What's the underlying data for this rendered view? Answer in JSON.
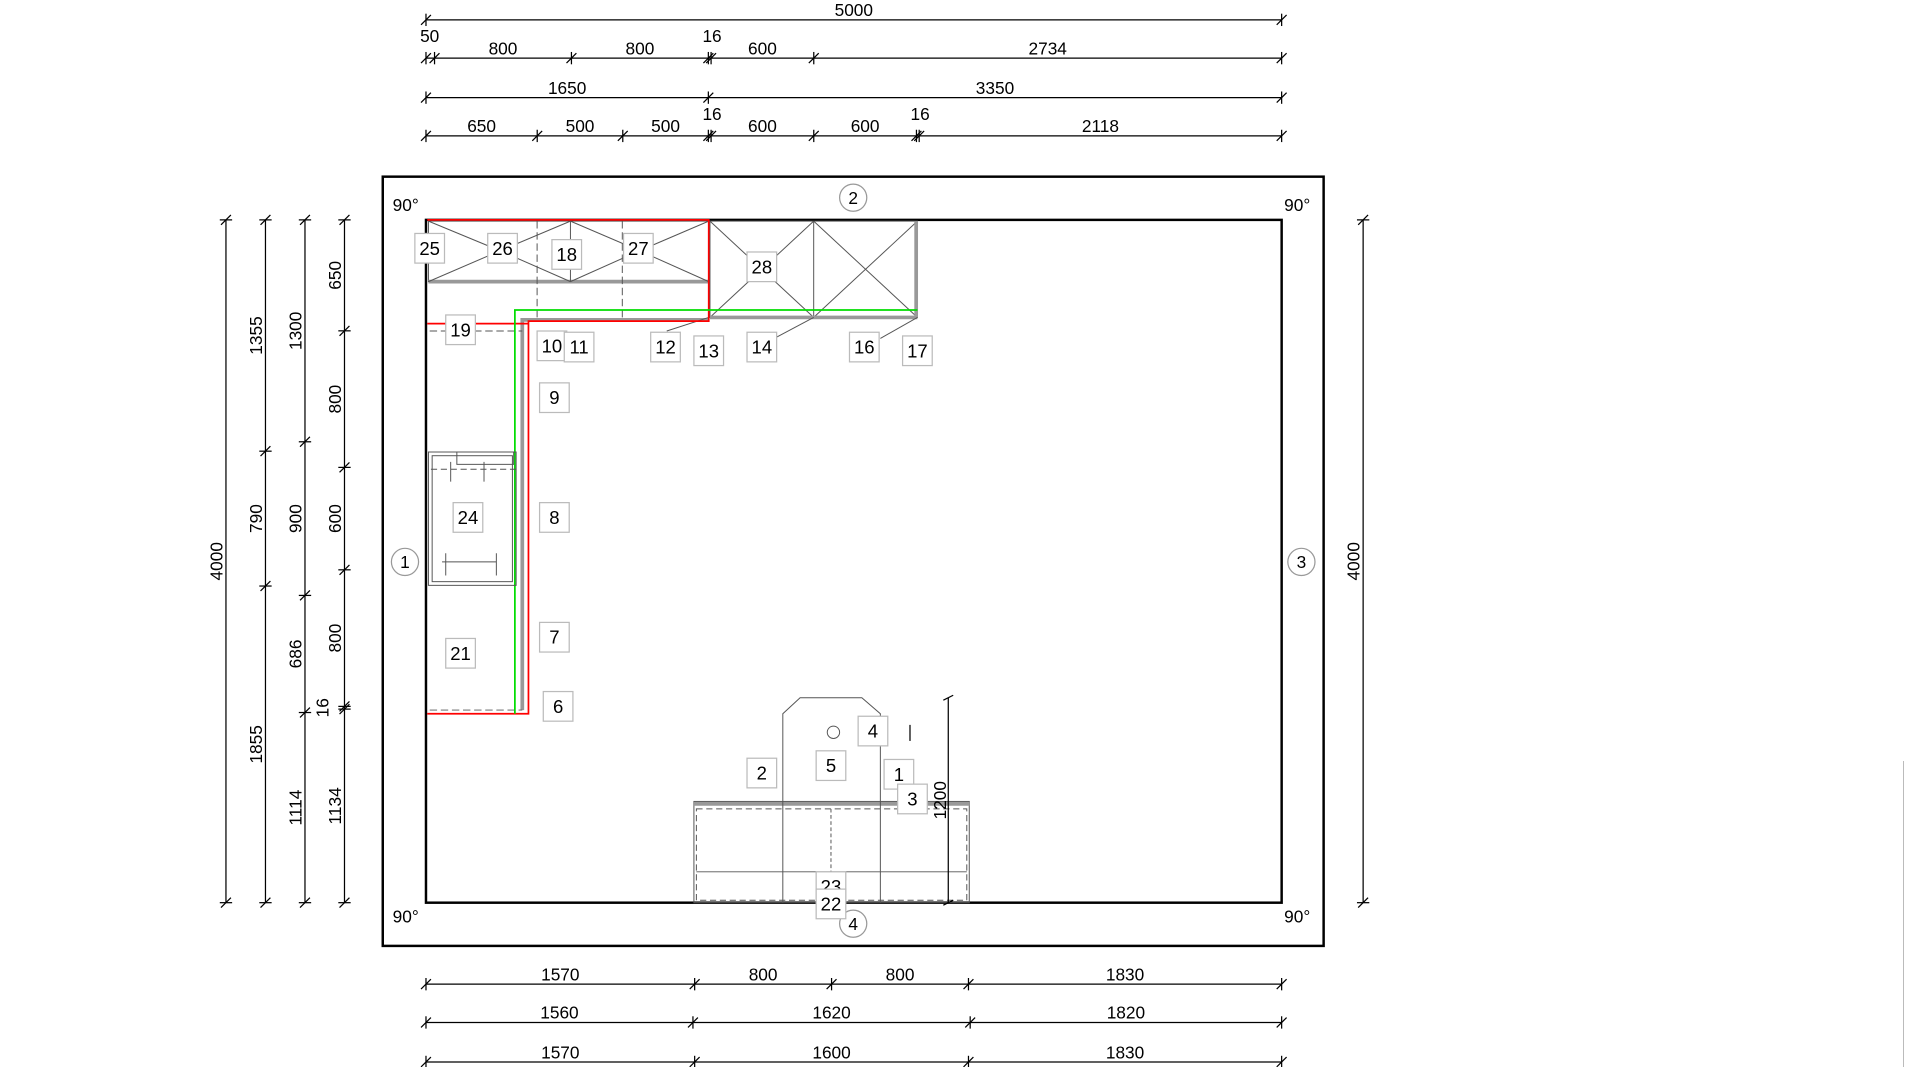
{
  "drawing": {
    "corner_angles": [
      "90°",
      "90°",
      "90°",
      "90°"
    ],
    "wall_markers": [
      "1",
      "2",
      "3",
      "4"
    ],
    "top_chains": [
      {
        "segments": [
          5000
        ]
      },
      {
        "segments": [
          50,
          800,
          800,
          16,
          600,
          2734
        ]
      },
      {
        "segments": [
          1650,
          3350
        ]
      },
      {
        "segments": [
          650,
          500,
          500,
          16,
          600,
          600,
          16,
          2118
        ]
      }
    ],
    "bottom_chains": [
      {
        "segments": [
          1570,
          800,
          800,
          1830
        ]
      },
      {
        "segments": [
          1560,
          1620,
          1820
        ]
      },
      {
        "segments": [
          1570,
          1600,
          1830
        ]
      }
    ],
    "left_chains": [
      {
        "segments": [
          4000
        ]
      },
      {
        "segments": [
          1355,
          790,
          1855
        ]
      },
      {
        "segments": [
          1300,
          900,
          686,
          1114
        ]
      },
      {
        "segments": [
          650,
          800,
          600,
          800,
          16,
          1134
        ]
      }
    ],
    "right_chains": [
      {
        "segments": [
          4000
        ]
      }
    ],
    "island_height_dim": "1200",
    "tags": [
      "25",
      "26",
      "18",
      "27",
      "28",
      "19",
      "10",
      "11",
      "12",
      "13",
      "14",
      "16",
      "17",
      "9",
      "24",
      "8",
      "7",
      "21",
      "6",
      "4",
      "2",
      "5",
      "1",
      "3",
      "23",
      "22"
    ],
    "colors": {
      "red": "#ff0000",
      "green": "#00dd00",
      "wall": "#000000"
    }
  }
}
